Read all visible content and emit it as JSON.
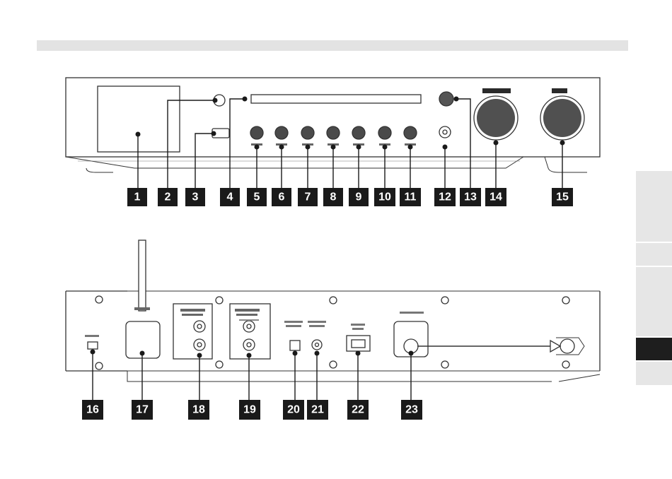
{
  "front_callouts": [
    "1",
    "2",
    "3",
    "4",
    "5",
    "6",
    "7",
    "8",
    "9",
    "10",
    "11",
    "12",
    "13",
    "14",
    "15"
  ],
  "rear_callouts": [
    "16",
    "17",
    "18",
    "19",
    "20",
    "21",
    "22",
    "23"
  ],
  "side_tabs": [
    {
      "state": "inactive"
    },
    {
      "state": "inactive"
    },
    {
      "state": "inactive"
    },
    {
      "state": "active"
    },
    {
      "state": "inactive"
    }
  ],
  "colors": {
    "callout_bg": "#1a1a1a",
    "line": "#222222",
    "header_bar": "#e3e3e3",
    "tab_active": "#1e1e1e",
    "tab_inactive": "#e6e6e6"
  }
}
